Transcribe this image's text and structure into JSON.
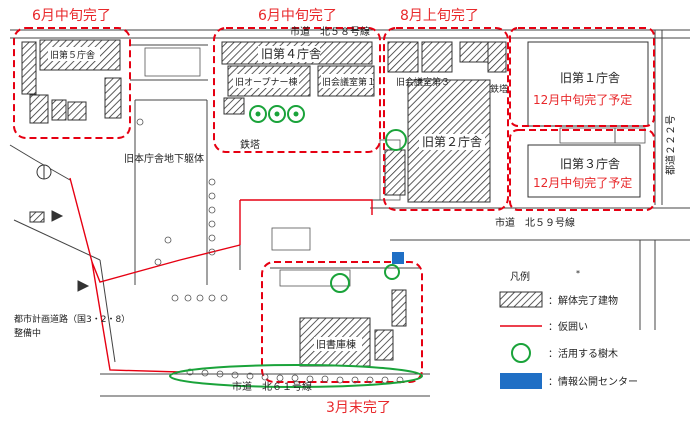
{
  "colors": {
    "red_label": "#e8282b",
    "red_dashed_zone": "#e60012",
    "temporary_fence": "#e60012",
    "tree_green": "#1aa33a",
    "info_center_blue": "#1f6fc5",
    "hatch": "#333333"
  },
  "completion_labels": {
    "top_left": "6月中旬完了",
    "top_middle": "6月中旬完了",
    "top_right": "8月上旬完了",
    "bottom": "3月末完了",
    "bldg1_schedule": "12月中旬完了予定",
    "bldg3_schedule": "12月中旬完了予定"
  },
  "buildings": {
    "old_5th": "旧第５庁舎",
    "old_4th": "旧第４庁舎",
    "old_opener": "旧オープナー棟",
    "old_assembly_1": "旧会議室第１",
    "old_assembly_3": "旧会議室第３",
    "old_2nd": "旧第２庁舎",
    "old_1st": "旧第１庁舎",
    "old_3rd": "旧第３庁舎",
    "old_main_underground": "旧本庁舎地下躯体",
    "old_archive": "旧書庫棟",
    "steel_tower_1": "鉄塔",
    "steel_tower_2": "鉄塔"
  },
  "roads": {
    "north_58": "市道　北５８号線",
    "north_59": "市道　北５９号線",
    "north_61": "市道　北６１号線",
    "prefectural_222": "都道２２２号",
    "city_plan_line1": "都市計画道路（国3・2・8）",
    "city_plan_line2": "整備中"
  },
  "legend": {
    "title": "凡例",
    "items": [
      {
        "symbol": "hatch",
        "label": "：解体完了建物"
      },
      {
        "symbol": "red-line",
        "label": "：仮囲い"
      },
      {
        "symbol": "green-circle",
        "label": "：活用する樹木"
      },
      {
        "symbol": "blue-rect",
        "label": "：情報公開センター"
      }
    ]
  }
}
